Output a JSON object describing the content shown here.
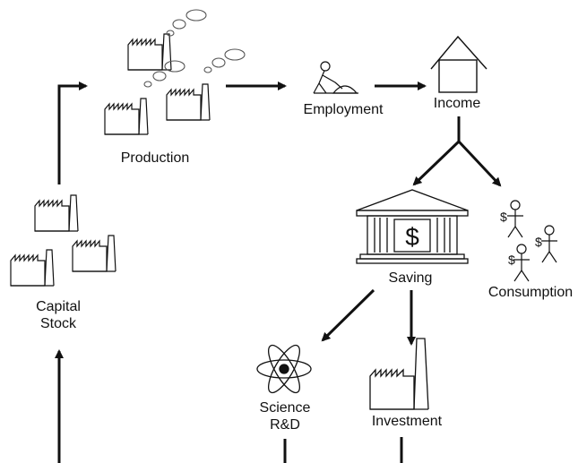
{
  "labels": {
    "production": "Production",
    "employment": "Employment",
    "income": "Income",
    "saving": "Saving",
    "dollar_sign": "$",
    "consumption": "Consumption",
    "capital_stock_line1": "Capital",
    "capital_stock_line2": "Stock",
    "science_line1": "Science",
    "science_line2": "R&D",
    "investment": "Investment",
    "consumer_dollar": "$"
  },
  "colors": {
    "stroke": "#111111",
    "smoke": "#555555",
    "atom_core": "#111111",
    "background": "#ffffff"
  }
}
